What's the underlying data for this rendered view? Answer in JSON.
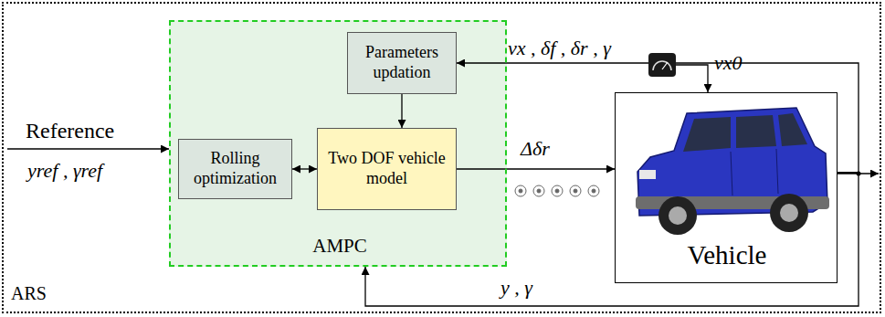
{
  "diagram": {
    "nodes": [
      {
        "text": [
          "ARS"
        ]
      },
      {
        "text": [
          "AMPC"
        ],
        "in": 0
      },
      {
        "text": [
          "Parameters updation"
        ],
        "in": 1
      },
      {
        "text": [
          "Rolling optimization"
        ],
        "in": 1
      },
      {
        "text": [
          "Two DOF vehicle model"
        ],
        "in": 1
      },
      {
        "text": [
          "Vehicle"
        ],
        "in": 0
      }
    ],
    "edges": [
      {
        "from": 2,
        "to": 4,
        "arrow": "to"
      },
      {
        "from": 3,
        "to": 4,
        "arrow": "both"
      },
      {
        "from": 4,
        "to": 5,
        "label": "Δδr",
        "arrow": "to"
      },
      {
        "from": 5,
        "to": 2,
        "label": "vx , δf , δr , γ",
        "arrow": "to"
      },
      {
        "from": 5,
        "to": 1,
        "label": "y , γ",
        "arrow": "to"
      }
    ],
    "labels": [
      "Reference",
      "yref , γref",
      "vx0"
    ]
  }
}
